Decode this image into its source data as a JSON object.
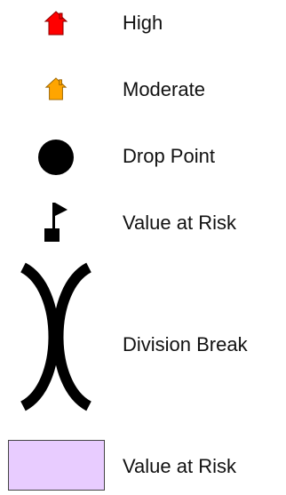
{
  "legend": {
    "items": [
      {
        "label": "High",
        "icon": "house-icon",
        "color": "#ff0000"
      },
      {
        "label": "Moderate",
        "icon": "house-icon",
        "color": "#ffa500"
      },
      {
        "label": "Drop Point",
        "icon": "circle-icon",
        "color": "#000000"
      },
      {
        "label": "Value at Risk",
        "icon": "flag-icon",
        "color": "#000000"
      },
      {
        "label": "Division Break",
        "icon": "division-break-icon",
        "color": "#000000"
      },
      {
        "label": "Value at Risk",
        "icon": "area-swatch",
        "color": "#e8ccff"
      }
    ]
  }
}
